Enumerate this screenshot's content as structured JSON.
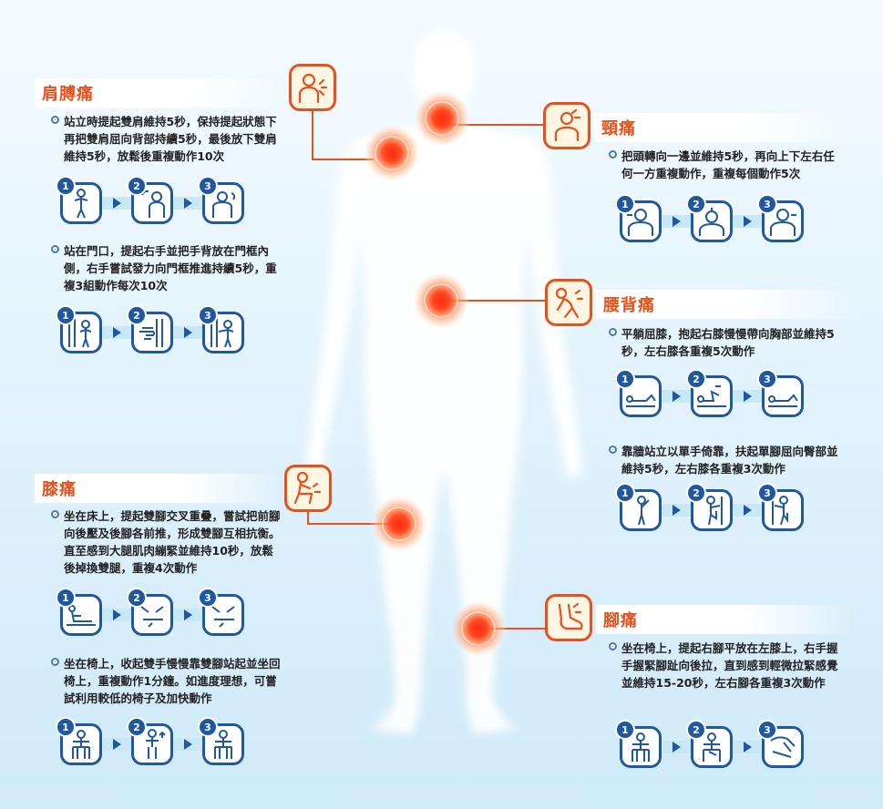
{
  "sections": {
    "shoulder": {
      "title": "肩膊痛",
      "exercises": [
        {
          "text": "站立時提起雙肩維持5秒，保持提起狀態下再把雙肩屈向背部持續5秒，最後放下雙肩維持5秒，放鬆後重複動作10次",
          "steps": [
            "1",
            "2",
            "3"
          ]
        },
        {
          "text": "站在門口，提起右手並把手背放在門框內側，右手嘗試發力向門框推進持續5秒，重複3組動作每次10次",
          "steps": [
            "1",
            "2",
            "3"
          ]
        }
      ]
    },
    "neck": {
      "title": "頸痛",
      "exercises": [
        {
          "text": "把頭轉向一邊並維持5秒，再向上下左右任何一方重複動作，重複每個動作5次",
          "steps": [
            "1",
            "2",
            "3"
          ]
        }
      ]
    },
    "back": {
      "title": "腰背痛",
      "exercises": [
        {
          "text": "平躺屈膝，抱起右膝慢慢帶向胸部並維持5秒，左右膝各重複5次動作",
          "steps": [
            "1",
            "2",
            "3"
          ]
        },
        {
          "text": "靠牆站立以單手倚靠，扶起單腳屈向臀部並維持5秒，左右膝各重複3次動作",
          "steps": [
            "1",
            "2",
            "3"
          ]
        }
      ]
    },
    "knee": {
      "title": "膝痛",
      "exercises": [
        {
          "text": "坐在床上，提起雙腳交叉重疊，嘗試把前腳向後壓及後腳各前推，形成雙腳互相抗衡。直至感到大腿肌肉繃緊並維持10秒，放鬆後掉換雙腿，重複4次動作",
          "steps": [
            "1",
            "2",
            "3"
          ]
        },
        {
          "text": "坐在椅上，收起雙手慢慢靠雙腳站起並坐回椅上，重複動作1分鐘。如進度理想，可嘗試利用較低的椅子及加快動作",
          "steps": [
            "1",
            "2",
            "3"
          ]
        }
      ]
    },
    "foot": {
      "title": "腳痛",
      "exercises": [
        {
          "text": "坐在椅上，提起右腳平放在左膝上，右手握手握緊腳趾向後拉，直到感到輕微拉緊感覺並維持15-20秒，左右腳各重複3次動作",
          "steps": [
            "1",
            "2",
            "3"
          ]
        }
      ]
    }
  },
  "colors": {
    "accent": "#e8501c",
    "step_border": "#1f58a0",
    "background": "#e3f3fc",
    "pain_glow": "#ff3a1f"
  },
  "icons": {
    "shoulder": "shoulder-pain-icon",
    "neck": "neck-pain-icon",
    "back": "back-pain-icon",
    "knee": "knee-pain-icon",
    "foot": "foot-pain-icon"
  }
}
